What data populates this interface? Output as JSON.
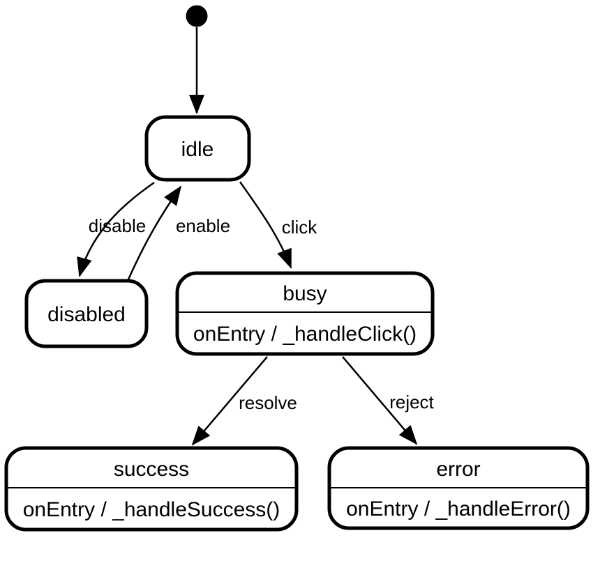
{
  "diagram": {
    "kind": "uml-state-machine",
    "background_color": "#ffffff",
    "line_color": "#000000",
    "initial_state": {
      "shape": "filled-circle"
    },
    "states": [
      {
        "id": "idle",
        "label": "idle"
      },
      {
        "id": "disabled",
        "label": "disabled"
      },
      {
        "id": "busy",
        "label": "busy",
        "on_entry": "onEntry / _handleClick()"
      },
      {
        "id": "success",
        "label": "success",
        "on_entry": "onEntry / _handleSuccess()"
      },
      {
        "id": "error",
        "label": "error",
        "on_entry": "onEntry / _handleError()"
      }
    ],
    "transitions": [
      {
        "from": "initial",
        "to": "idle",
        "label": ""
      },
      {
        "from": "idle",
        "to": "disabled",
        "label": "disable"
      },
      {
        "from": "disabled",
        "to": "idle",
        "label": "enable"
      },
      {
        "from": "idle",
        "to": "busy",
        "label": "click"
      },
      {
        "from": "busy",
        "to": "success",
        "label": "resolve"
      },
      {
        "from": "busy",
        "to": "error",
        "label": "reject"
      }
    ]
  }
}
